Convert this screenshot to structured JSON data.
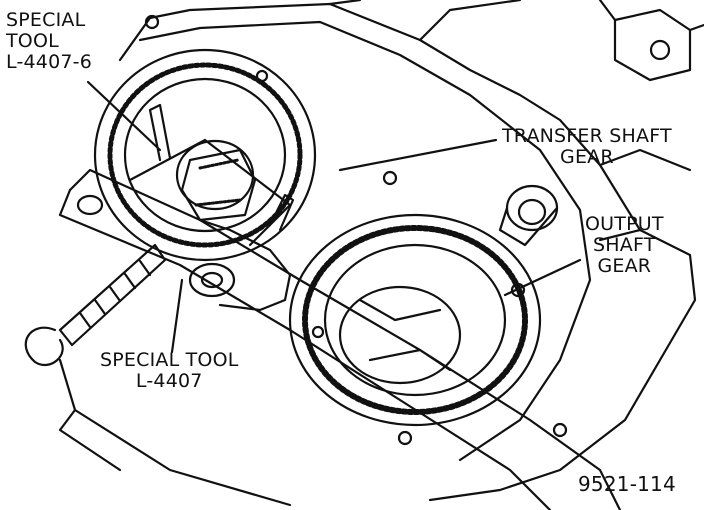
{
  "labels": {
    "special_tool_6": [
      "SPECIAL",
      "TOOL",
      "L-4407-6"
    ],
    "transfer_shaft_gear": [
      "TRANSFER SHAFT",
      "GEAR"
    ],
    "output_shaft_gear": [
      "OUTPUT",
      "SHAFT",
      "GEAR"
    ],
    "special_tool": [
      "SPECIAL TOOL",
      "L-4407"
    ],
    "figure_number": "9521-114"
  },
  "colors": {
    "ink": "#111111",
    "paper": "#ffffff"
  }
}
